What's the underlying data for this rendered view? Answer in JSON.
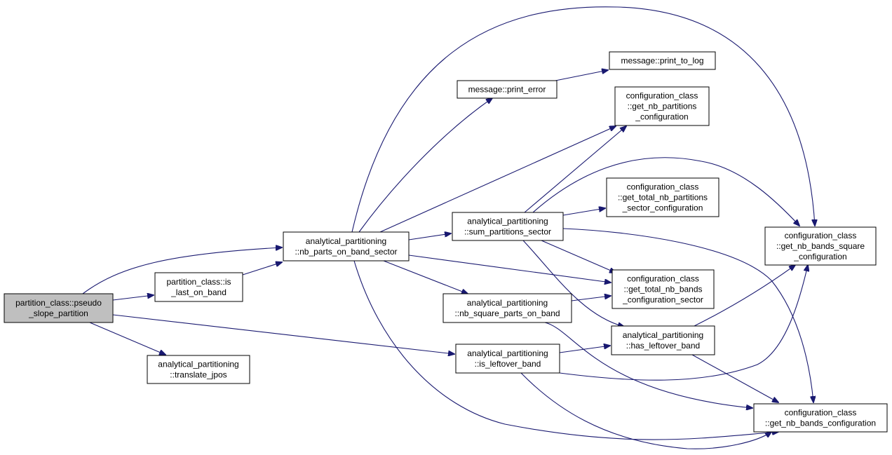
{
  "colors": {
    "edge": "#191970",
    "node_fill": "#ffffff",
    "root_fill": "#bfbfbf",
    "border": "#000000"
  },
  "nodes": {
    "pseudo_slope_partition": {
      "lines": [
        "partition_class::pseudo",
        "_slope_partition"
      ]
    },
    "is_last_on_band": {
      "lines": [
        "partition_class::is",
        "_last_on_band"
      ]
    },
    "translate_jpos": {
      "lines": [
        "analytical_partitioning",
        "::translate_jpos"
      ]
    },
    "nb_parts_on_band_sector": {
      "lines": [
        "analytical_partitioning",
        "::nb_parts_on_band_sector"
      ]
    },
    "is_leftover_band": {
      "lines": [
        "analytical_partitioning",
        "::is_leftover_band"
      ]
    },
    "print_error": {
      "lines": [
        "message::print_error"
      ]
    },
    "print_to_log": {
      "lines": [
        "message::print_to_log"
      ]
    },
    "sum_partitions_sector": {
      "lines": [
        "analytical_partitioning",
        "::sum_partitions_sector"
      ]
    },
    "nb_square_parts_on_band": {
      "lines": [
        "analytical_partitioning",
        "::nb_square_parts_on_band"
      ]
    },
    "get_nb_partitions_configuration": {
      "lines": [
        "configuration_class",
        "::get_nb_partitions",
        "_configuration"
      ]
    },
    "get_total_nb_partitions_sector_configuration": {
      "lines": [
        "configuration_class",
        "::get_total_nb_partitions",
        "_sector_configuration"
      ]
    },
    "get_total_nb_bands_configuration_sector": {
      "lines": [
        "configuration_class",
        "::get_total_nb_bands",
        "_configuration_sector"
      ]
    },
    "has_leftover_band": {
      "lines": [
        "analytical_partitioning",
        "::has_leftover_band"
      ]
    },
    "get_nb_bands_square_configuration": {
      "lines": [
        "configuration_class",
        "::get_nb_bands_square",
        "_configuration"
      ]
    },
    "get_nb_bands_configuration": {
      "lines": [
        "configuration_class",
        "::get_nb_bands_configuration"
      ]
    }
  }
}
